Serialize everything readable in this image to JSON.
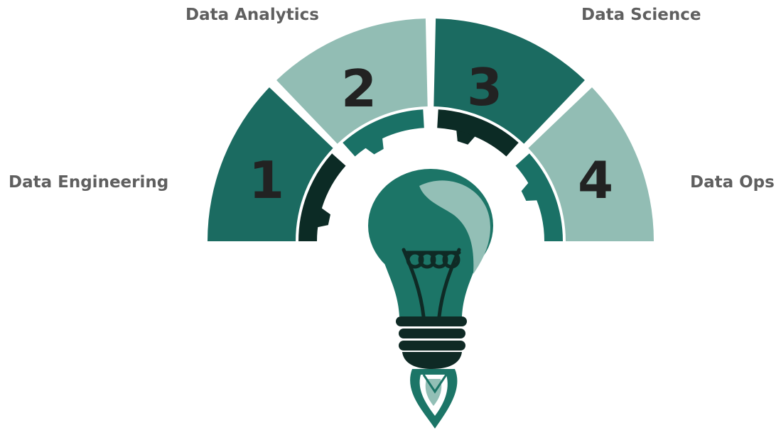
{
  "diagram": {
    "steps": [
      {
        "number": "1",
        "label": "Data Engineering",
        "tone": "dark"
      },
      {
        "number": "2",
        "label": "Data Analytics",
        "tone": "light"
      },
      {
        "number": "3",
        "label": "Data Science",
        "tone": "dark"
      },
      {
        "number": "4",
        "label": "Data Ops",
        "tone": "light"
      }
    ]
  },
  "colors": {
    "dark_segment": "#1b6b61",
    "light_segment": "#92bdb4",
    "gear_dark": "#0c2b25",
    "gear_mid": "#1a7166",
    "bulb_glass": "#1c7567",
    "bulb_highlight": "#93bfb6",
    "bulb_base": "#0f2a25",
    "label_text": "#5f5f5f",
    "number_text": "#222222"
  },
  "icons": [
    "gear-icon",
    "lightbulb-icon",
    "rocket-flame-icon"
  ]
}
